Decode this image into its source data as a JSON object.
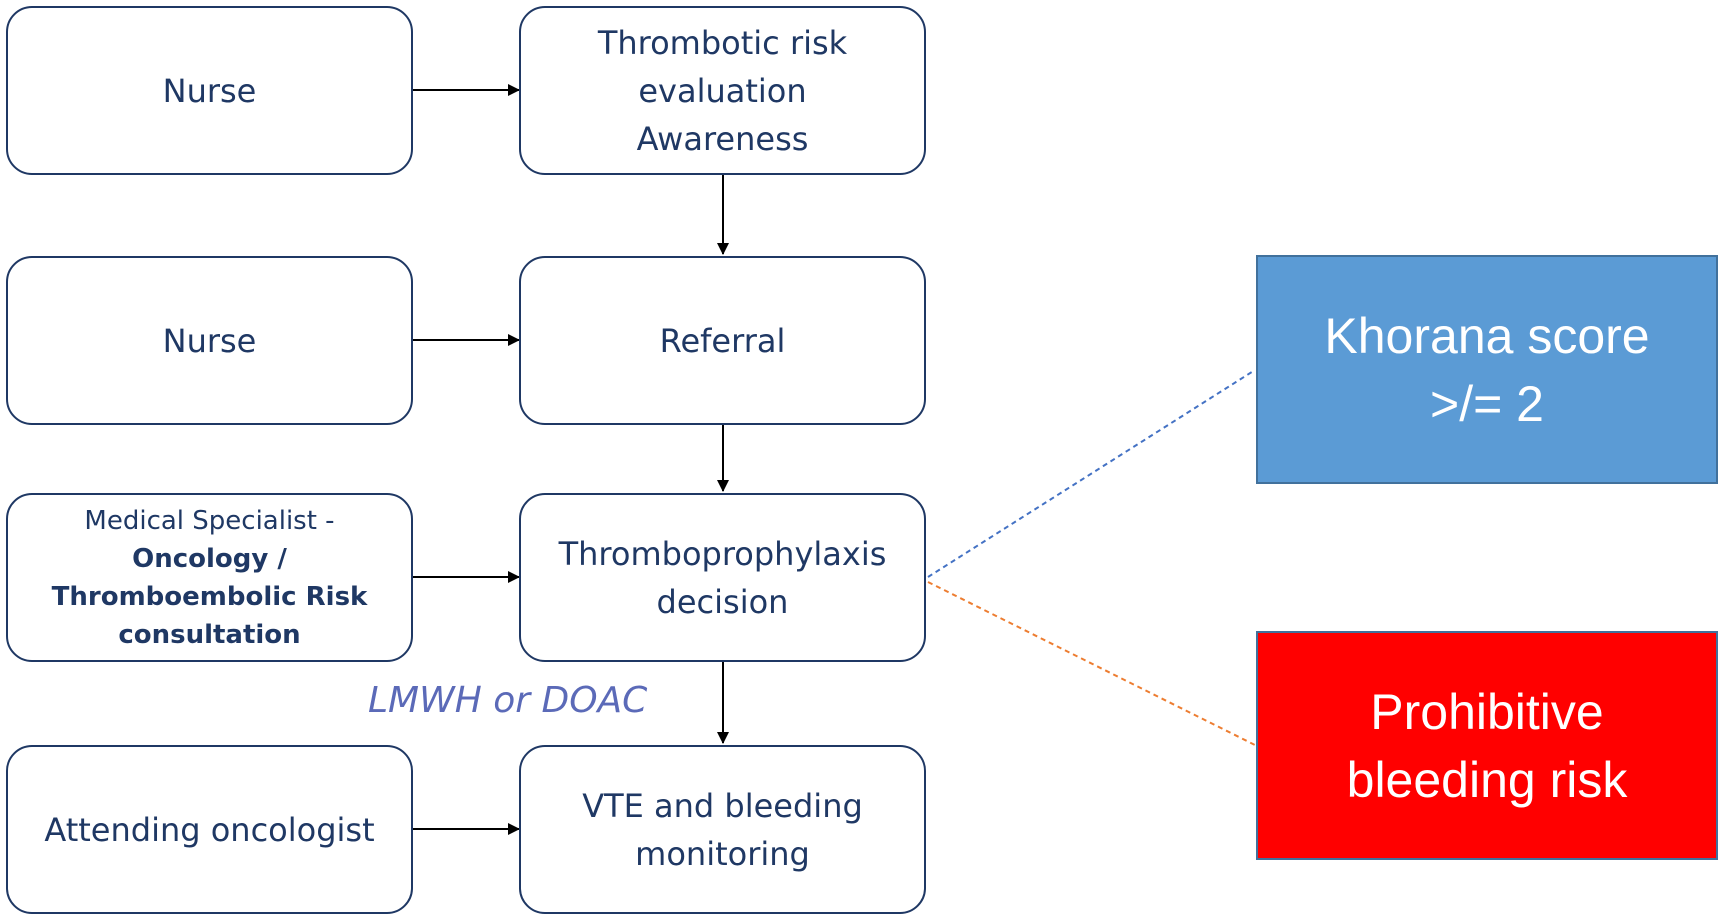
{
  "left_column": {
    "nurse_1": "Nurse",
    "nurse_2": "Nurse",
    "specialist": {
      "line1": "Medical Specialist -",
      "line2": "Oncology /",
      "line3": "Thromboembolic Risk",
      "line4": "consultation"
    },
    "oncologist": "Attending oncologist"
  },
  "center_column": {
    "evaluation": [
      "Thrombotic risk",
      "evaluation",
      "Awareness"
    ],
    "referral": "Referral",
    "decision": [
      "Thromboprophylaxis",
      "decision"
    ],
    "monitoring": [
      "VTE and bleeding",
      "monitoring"
    ]
  },
  "edge_label": "LMWH or DOAC",
  "criteria": {
    "khorana": {
      "line1": "Khorana score",
      "line2": ">/= 2",
      "color": "#5b9bd5"
    },
    "bleeding": {
      "line1": "Prohibitive",
      "line2": "bleeding risk",
      "color": "#ff0000"
    }
  },
  "colors": {
    "stroke": "#1f3864",
    "dashed_blue": "#4472c4",
    "dashed_orange": "#ed7d31"
  }
}
